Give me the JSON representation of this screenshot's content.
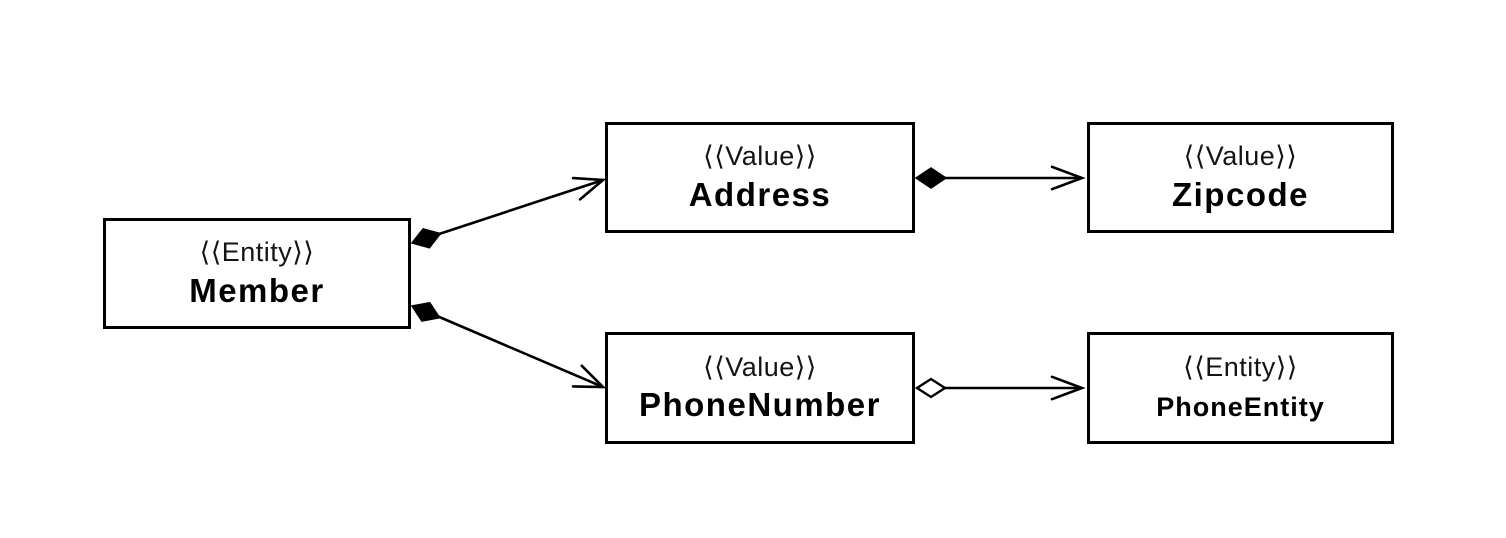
{
  "diagram": {
    "kind": "uml-class-diagram",
    "colors": {
      "background": "#ffffff",
      "node_fill": "#ffffff",
      "stroke": "#000000",
      "text": "#000000"
    },
    "nodes": [
      {
        "id": "member",
        "stereotype": "⟨⟨Entity⟩⟩",
        "name": "Member"
      },
      {
        "id": "address",
        "stereotype": "⟨⟨Value⟩⟩",
        "name": "Address"
      },
      {
        "id": "zipcode",
        "stereotype": "⟨⟨Value⟩⟩",
        "name": "Zipcode"
      },
      {
        "id": "phonenumber",
        "stereotype": "⟨⟨Value⟩⟩",
        "name": "PhoneNumber"
      },
      {
        "id": "phoneentity",
        "stereotype": "⟨⟨Entity⟩⟩",
        "name": "PhoneEntity"
      }
    ],
    "edges": [
      {
        "from": "Member",
        "to": "Address",
        "source_decoration": "filled-diamond-composition",
        "target_decoration": "open-arrowhead"
      },
      {
        "from": "Member",
        "to": "PhoneNumber",
        "source_decoration": "filled-diamond-composition",
        "target_decoration": "open-arrowhead"
      },
      {
        "from": "Address",
        "to": "Zipcode",
        "source_decoration": "filled-diamond-composition",
        "target_decoration": "open-arrowhead"
      },
      {
        "from": "PhoneNumber",
        "to": "PhoneEntity",
        "source_decoration": "hollow-diamond-aggregation",
        "target_decoration": "open-arrowhead"
      }
    ]
  }
}
